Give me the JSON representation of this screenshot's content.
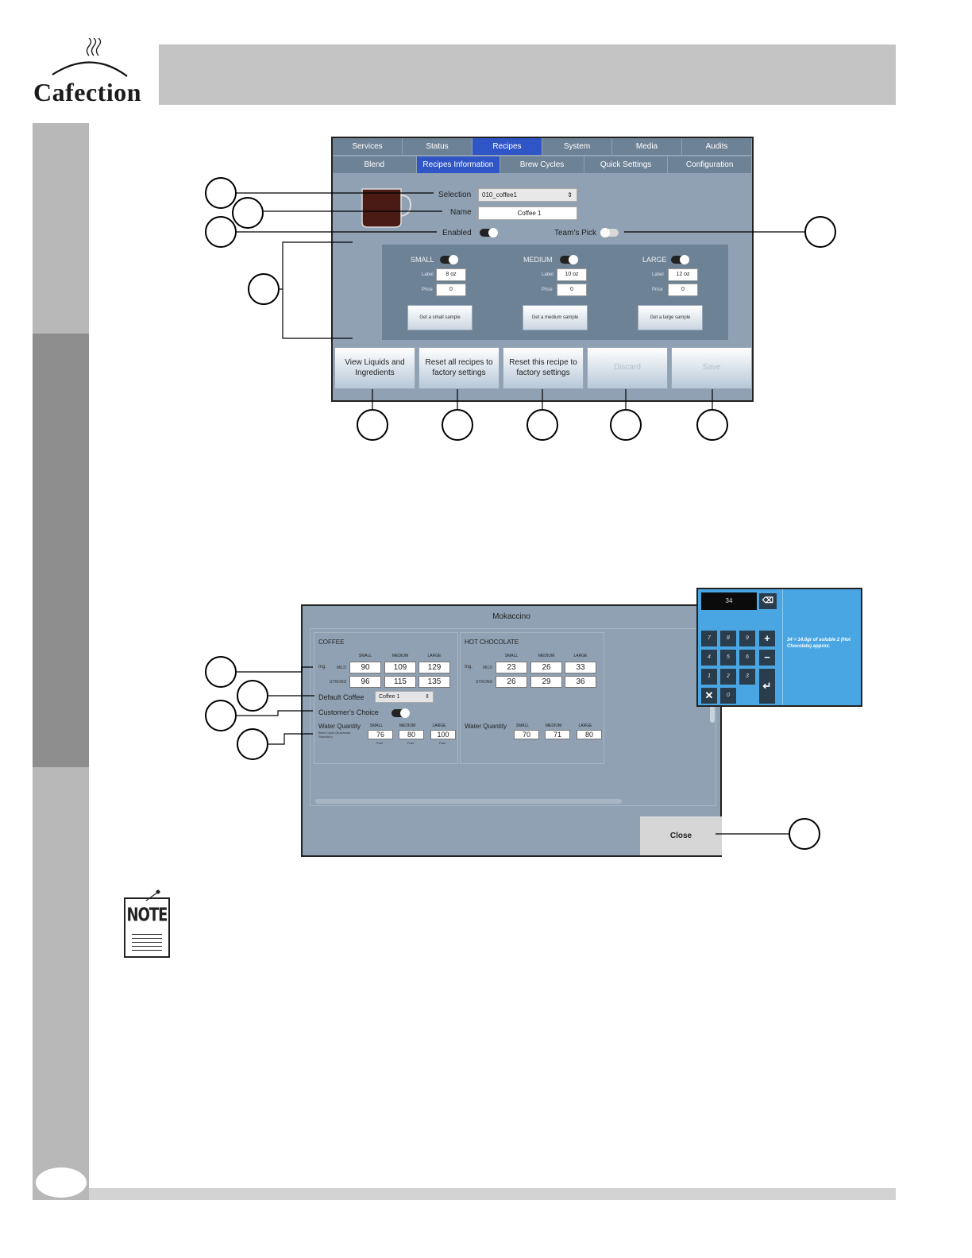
{
  "brand": {
    "name": "Cafection"
  },
  "screen1": {
    "tabs_top": [
      {
        "label": "Services",
        "active": false
      },
      {
        "label": "Status",
        "active": false
      },
      {
        "label": "Recipes",
        "active": true
      },
      {
        "label": "System",
        "active": false
      },
      {
        "label": "Media",
        "active": false
      },
      {
        "label": "Audits",
        "active": false
      }
    ],
    "tabs_sub": [
      {
        "label": "Blend",
        "active": false
      },
      {
        "label": "Recipes Information",
        "active": true
      },
      {
        "label": "Brew Cycles",
        "active": false
      },
      {
        "label": "Quick Settings",
        "active": false
      },
      {
        "label": "Configuration",
        "active": false
      }
    ],
    "selection_label": "Selection",
    "selection_value": "010_coffee1",
    "name_label": "Name",
    "name_value": "Coffee 1",
    "enabled_label": "Enabled",
    "enabled": true,
    "teams_pick_label": "Team's Pick",
    "teams_pick": false,
    "sizes": [
      {
        "name": "SMALL",
        "enabled": true,
        "label_caption": "Label",
        "label_value": "8 oz",
        "price_caption": "Price",
        "price_value": "0",
        "sample_button": "Get a small sample"
      },
      {
        "name": "MEDIUM",
        "enabled": true,
        "label_caption": "Label",
        "label_value": "10 oz",
        "price_caption": "Price",
        "price_value": "0",
        "sample_button": "Get a medium sample"
      },
      {
        "name": "LARGE",
        "enabled": true,
        "label_caption": "Label",
        "label_value": "12 oz",
        "price_caption": "Price",
        "price_value": "0",
        "sample_button": "Get a large sample"
      }
    ],
    "buttons": {
      "view_liquids": "View Liquids and Ingredients",
      "reset_all": "Reset all recipes to factory settings",
      "reset_this": "Reset this recipe to factory settings",
      "discard": "Discard",
      "save": "Save"
    }
  },
  "screen2": {
    "title": "Mokaccino",
    "coffee": {
      "title": "COFFEE",
      "columns": [
        "SMALL",
        "MEDIUM",
        "LARGE"
      ],
      "ing_label": "Ing.",
      "mild_label": "MILD",
      "strong_label": "STRONG",
      "mild": [
        "90",
        "109",
        "129"
      ],
      "strong": [
        "96",
        "115",
        "135"
      ],
      "default_coffee_label": "Default Coffee",
      "default_coffee_value": "Coffee 1",
      "customers_choice_label": "Customer's Choice",
      "customers_choice": true,
      "water_label": "Water Quantity",
      "brew_cycle_note": "Brew Cycle (Automatic Selection)",
      "water": [
        "76",
        "80",
        "100"
      ],
      "cycle": [
        "Fast",
        "Fast",
        "Fast"
      ]
    },
    "hot_chocolate": {
      "title": "HOT CHOCOLATE",
      "columns": [
        "SMALL",
        "MEDIUM",
        "LARGE"
      ],
      "ing_label": "Ing.",
      "mild_label": "MILD",
      "strong_label": "STRONG",
      "mild": [
        "23",
        "26",
        "33"
      ],
      "strong": [
        "26",
        "29",
        "36"
      ],
      "water_label": "Water Quantity",
      "water": [
        "70",
        "71",
        "80"
      ]
    },
    "close_button": "Close"
  },
  "keypad": {
    "display": "34",
    "hint": "34 = 14.6gr of soluble 2 (Hot Chocolate) approx.",
    "keys": [
      "7",
      "8",
      "9",
      "4",
      "5",
      "6",
      "1",
      "2",
      "3",
      "0"
    ]
  },
  "note_label": "NOTE"
}
